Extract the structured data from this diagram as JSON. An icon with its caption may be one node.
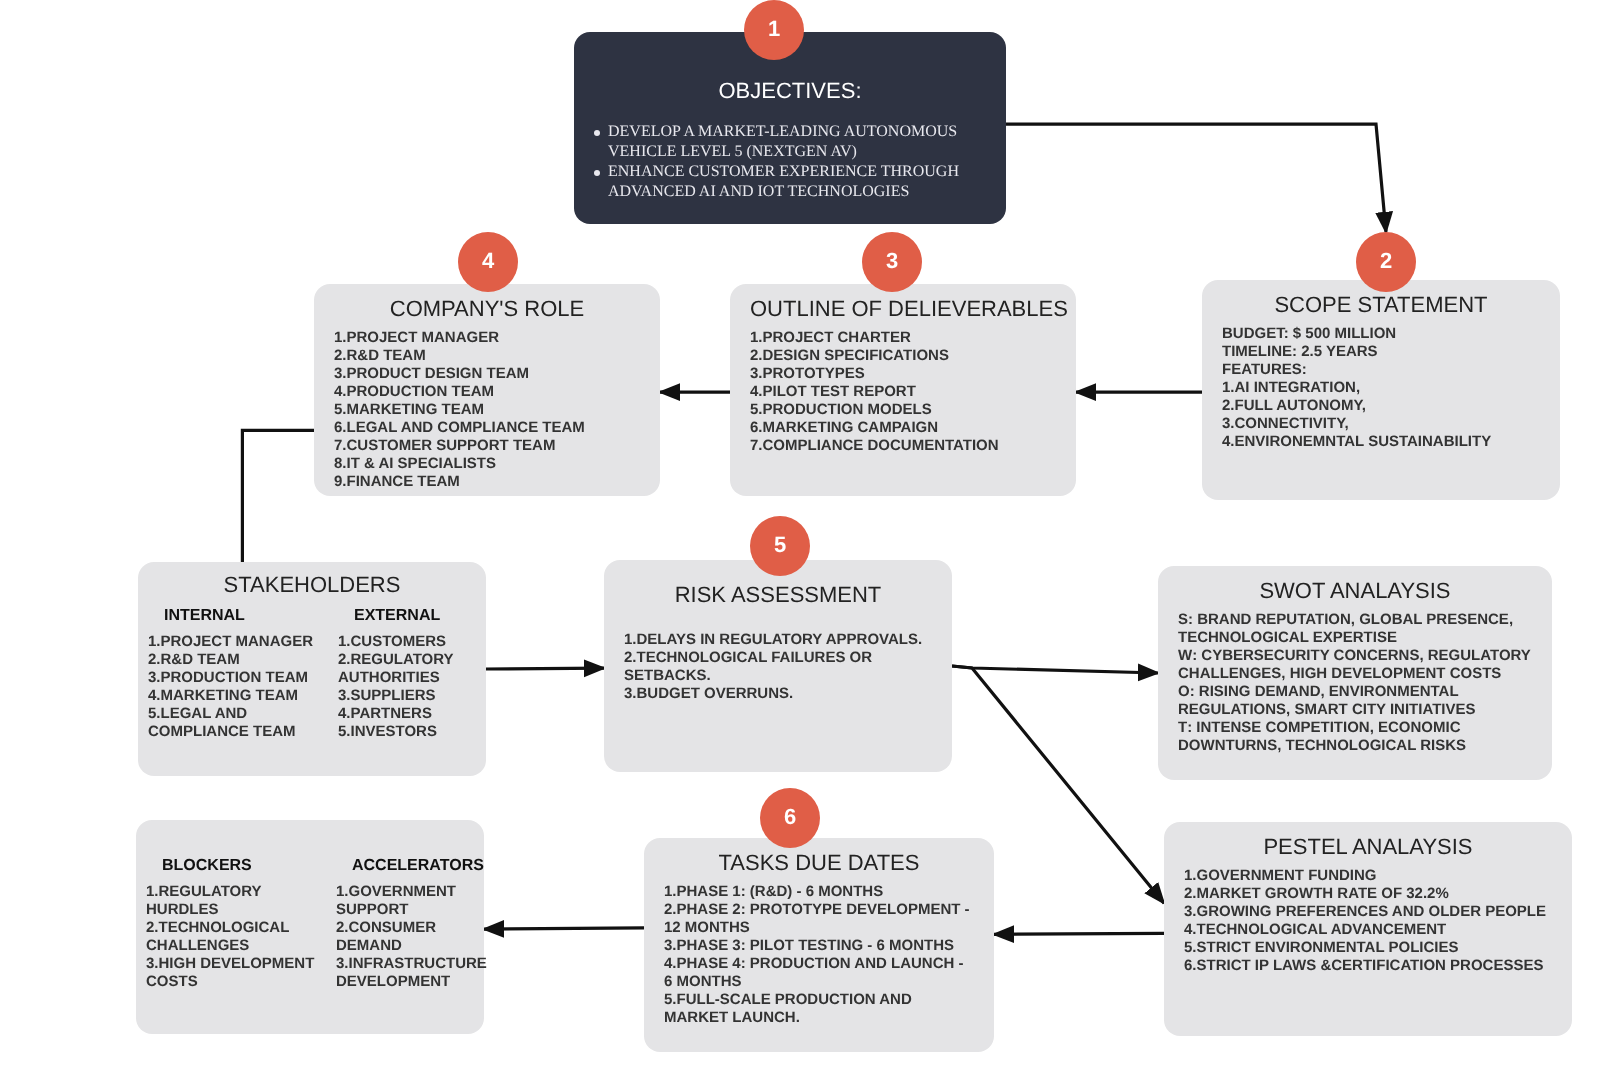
{
  "diagram": {
    "nodes": [
      {
        "text": [
          "1"
        ]
      },
      {
        "text": [
          "OBJECTIVES:",
          "DEVELOP A MARKET-LEADING AUTONOMOUS VEHICLE LEVEL 5 (NEXTGEN AV)",
          "ENHANCE CUSTOMER EXPERIENCE THROUGH ADVANCED AI AND IOT TECHNOLOGIES"
        ]
      },
      {
        "text": [
          "4"
        ]
      },
      {
        "text": [
          "COMPANY'S ROLE",
          "1.PROJECT MANAGER",
          "2.R&D TEAM",
          "3.PRODUCT DESIGN TEAM",
          "4.PRODUCTION TEAM",
          "5.MARKETING TEAM",
          "6.LEGAL AND COMPLIANCE TEAM",
          "7.CUSTOMER SUPPORT TEAM",
          "8.IT & AI SPECIALISTS",
          "9.FINANCE TEAM"
        ]
      },
      {
        "text": [
          "3"
        ]
      },
      {
        "text": [
          "OUTLINE OF DELIEVERABLES",
          "1.PROJECT CHARTER",
          "2.DESIGN SPECIFICATIONS",
          "3.PROTOTYPES",
          "4.PILOT TEST REPORT",
          "5.PRODUCTION MODELS",
          "6.MARKETING CAMPAIGN",
          "7.COMPLIANCE DOCUMENTATION"
        ]
      },
      {
        "text": [
          "2"
        ]
      },
      {
        "text": [
          "SCOPE STATEMENT",
          "BUDGET: $ 500 MILLION",
          "TIMELINE: 2.5 YEARS",
          "FEATURES:",
          "1.AI INTEGRATION,",
          "2.FULL AUTONOMY,",
          "3.CONNECTIVITY,",
          "4.ENVIRONEMNTAL SUSTAINABILITY"
        ]
      },
      {
        "text": [
          "STAKEHOLDERS",
          "INTERNAL",
          "1.PROJECT MANAGER",
          "2.R&D TEAM",
          "3.PRODUCTION TEAM",
          "4.MARKETING TEAM",
          "5.LEGAL AND COMPLIANCE TEAM",
          "EXTERNAL",
          "1.CUSTOMERS",
          "2.REGULATORY AUTHORITIES",
          "3.SUPPLIERS",
          "4.PARTNERS",
          "5.INVESTORS"
        ]
      },
      {
        "text": [
          "5"
        ]
      },
      {
        "text": [
          "RISK ASSESSMENT",
          "1.DELAYS IN REGULATORY APPROVALS.",
          "2.TECHNOLOGICAL FAILURES OR SETBACKS.",
          "3.BUDGET OVERRUNS."
        ]
      },
      {
        "text": [
          "SWOT ANALAYSIS",
          "**S**: BRAND REPUTATION, GLOBAL PRESENCE, TECHNOLOGICAL EXPERTISE",
          "**W**: CYBERSECURITY CONCERNS, REGULATORY CHALLENGES, HIGH DEVELOPMENT COSTS",
          "**O**: RISING DEMAND, ENVIRONMENTAL REGULATIONS, SMART CITY INITIATIVES",
          "**T**: INTENSE COMPETITION, ECONOMIC DOWNTURNS, TECHNOLOGICAL RISKS"
        ]
      },
      {
        "text": [
          "BLOCKERS",
          "1.REGULATORY HURDLES",
          "2.TECHNOLOGICAL CHALLENGES",
          "3.HIGH DEVELOPMENT COSTS",
          "ACCELERATORS",
          "1.GOVERNMENT SUPPORT",
          "2.CONSUMER DEMAND",
          "3.INFRASTRUCTURE DEVELOPMENT"
        ]
      },
      {
        "text": [
          "6"
        ]
      },
      {
        "text": [
          "TASKS DUE DATES",
          "1.PHASE 1:  (R&D) - 6 MONTHS",
          "2.PHASE 2: PROTOTYPE DEVELOPMENT - 12 MONTHS",
          "3.PHASE 3: PILOT TESTING - 6 MONTHS",
          "4.PHASE 4: PRODUCTION AND LAUNCH - 6 MONTHS",
          "5.FULL-SCALE PRODUCTION AND MARKET LAUNCH."
        ]
      },
      {
        "text": [
          "PESTEL ANALAYSIS",
          "1.GOVERNMENT FUNDING",
          "2.MARKET GROWTH RATE OF 32.2%",
          "3.GROWING PREFERENCES AND OLDER PEOPLE",
          "4.TECHNOLOGICAL ADVANCEMENT",
          "5.STRICT ENVIRONMENTAL POLICIES",
          "6.STRICT IP LAWS &CERTIFICATION PROCESSES"
        ]
      }
    ],
    "edges": [
      {
        "from": 1,
        "to": 6,
        "arrow": "to"
      },
      {
        "from": 7,
        "to": 5,
        "arrow": "to"
      },
      {
        "from": 5,
        "to": 3,
        "arrow": "to"
      },
      {
        "from": 3,
        "to": 8,
        "arrow": "none"
      },
      {
        "from": 8,
        "to": 10,
        "arrow": "to"
      },
      {
        "from": 10,
        "to": 11,
        "arrow": "to"
      },
      {
        "from": 10,
        "to": 15,
        "arrow": "to"
      },
      {
        "from": 15,
        "to": 14,
        "arrow": "to"
      },
      {
        "from": 14,
        "to": 12,
        "arrow": "to"
      }
    ]
  }
}
